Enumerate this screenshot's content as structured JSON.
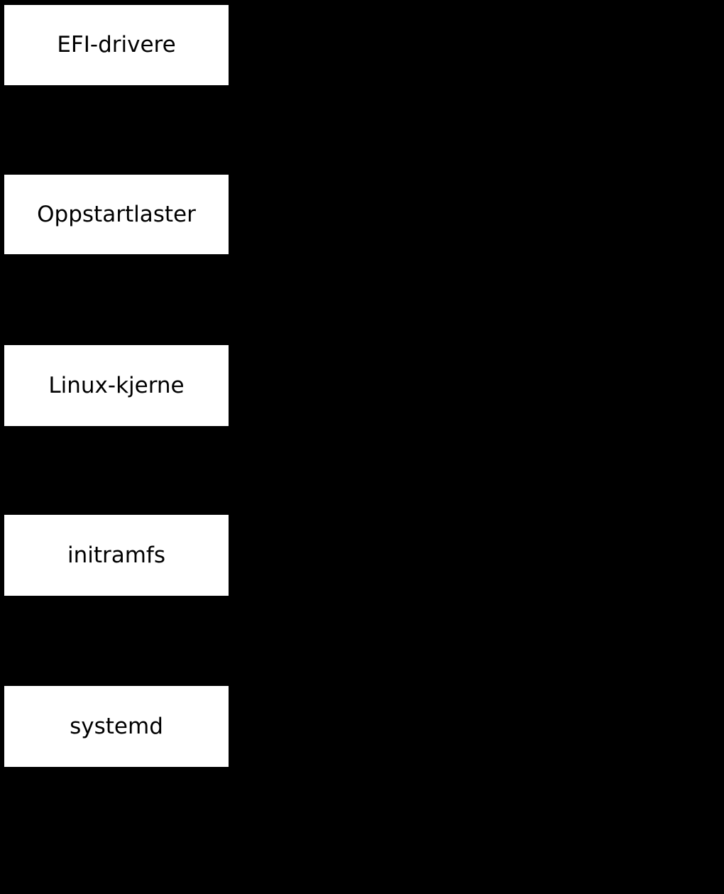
{
  "diagram": {
    "orientation": "vertical",
    "background_color": "#000000",
    "box_fill_color": "#ffffff",
    "text_color": "#000000",
    "stages": [
      {
        "label": "EFI-drivere"
      },
      {
        "label": "Oppstartlaster"
      },
      {
        "label": "Linux-kjerne"
      },
      {
        "label": "initramfs"
      },
      {
        "label": "systemd"
      }
    ]
  }
}
